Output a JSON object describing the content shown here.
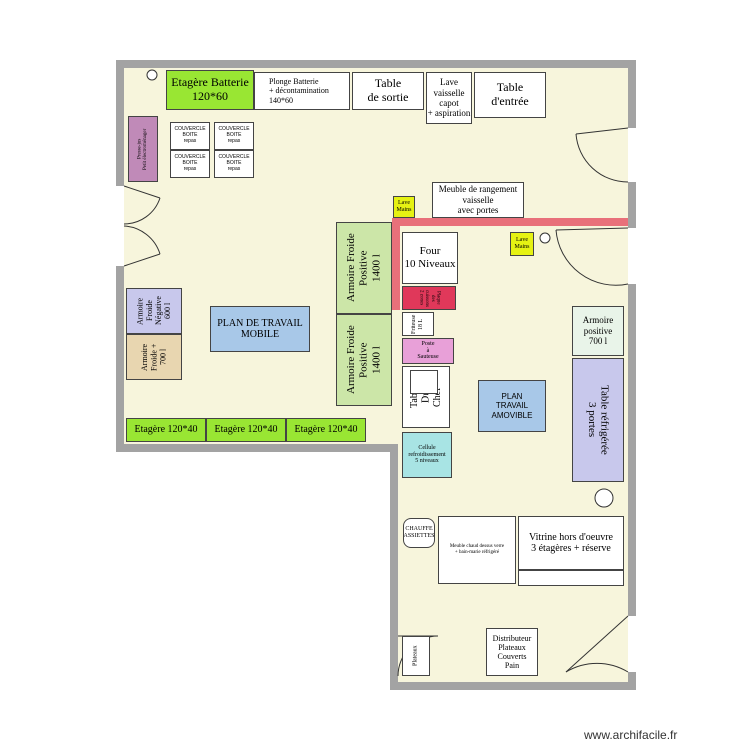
{
  "plan": {
    "etagere_batterie": "Etagère Batterie\n120*60",
    "plonge_batterie": "Plonge Batterie\n+ décontamination\n140*60",
    "table_sortie": "Table\nde sortie",
    "lave_vaisselle": "Lave\nvaisselle\ncapot\n+ aspiration",
    "table_entree": "Table\nd'entrée",
    "presse_jus": "Presse-jus\nPetit électroménager",
    "couvercle_label": "COUVERCLE\nBOITE\nrepas",
    "meuble_rangement": "Meuble de rangement\nvaisselle\navec portes",
    "lave_mains_1": "Lave\nMains",
    "lave_mains_2": "Lave\nMains",
    "four": "Four\n10 Niveaux",
    "plaque_induction": "Plaque\ndes\ncuissons\n2 zones",
    "friteuse": "Friteuse\n18 L",
    "poste_sauteuse": "Poste\nà\nSauteuse",
    "armoire_froide_neg": "Armoire\nFroide\nNégative\n600 l",
    "armoire_froide_plus": "Armoire\nFroide +\n700 l",
    "plan_travail_mobile": "PLAN DE TRAVAIL\nMOBILE",
    "armoire_froide_pos_1": "Armoire Froide\nPositive\n1400 l",
    "armoire_froide_pos_2": "Armoire Froide\nPositive\n1400 l",
    "table_du_chef": "Table\nDu\nChef",
    "plan_travail_amovible": "PLAN\nTRAVAIL\nAMOVIBLE",
    "armoire_positive": "Armoire\npositive\n700 l",
    "table_refrigeree": "Table réfrigérée\n3 portes",
    "cellule_refroidissement": "Cellule\nrefroidissement\n5 niveaux",
    "etagere_1": "Etagère 120*40",
    "etagere_2": "Etagère 120*40",
    "etagere_3": "Etagère 120*40",
    "chauffe_assiettes": "CHAUFFE\nASSIETTES",
    "meuble_chaud": "Meuble chaud dessus verre\n+ bain-marie réfrigéré",
    "vitrine": "Vitrine hors d'oeuvre\n3 étagères + réserve",
    "distributeur": "Distributeur\nPlateaux\nCouverts\nPain",
    "plateaux": "Plateaux",
    "watermark": "www.archifacile.fr"
  },
  "colors": {
    "wall": "#a3a3a3",
    "floor": "#f7f5dc",
    "lime": "#99e633",
    "red_pipe": "#e8707a"
  }
}
